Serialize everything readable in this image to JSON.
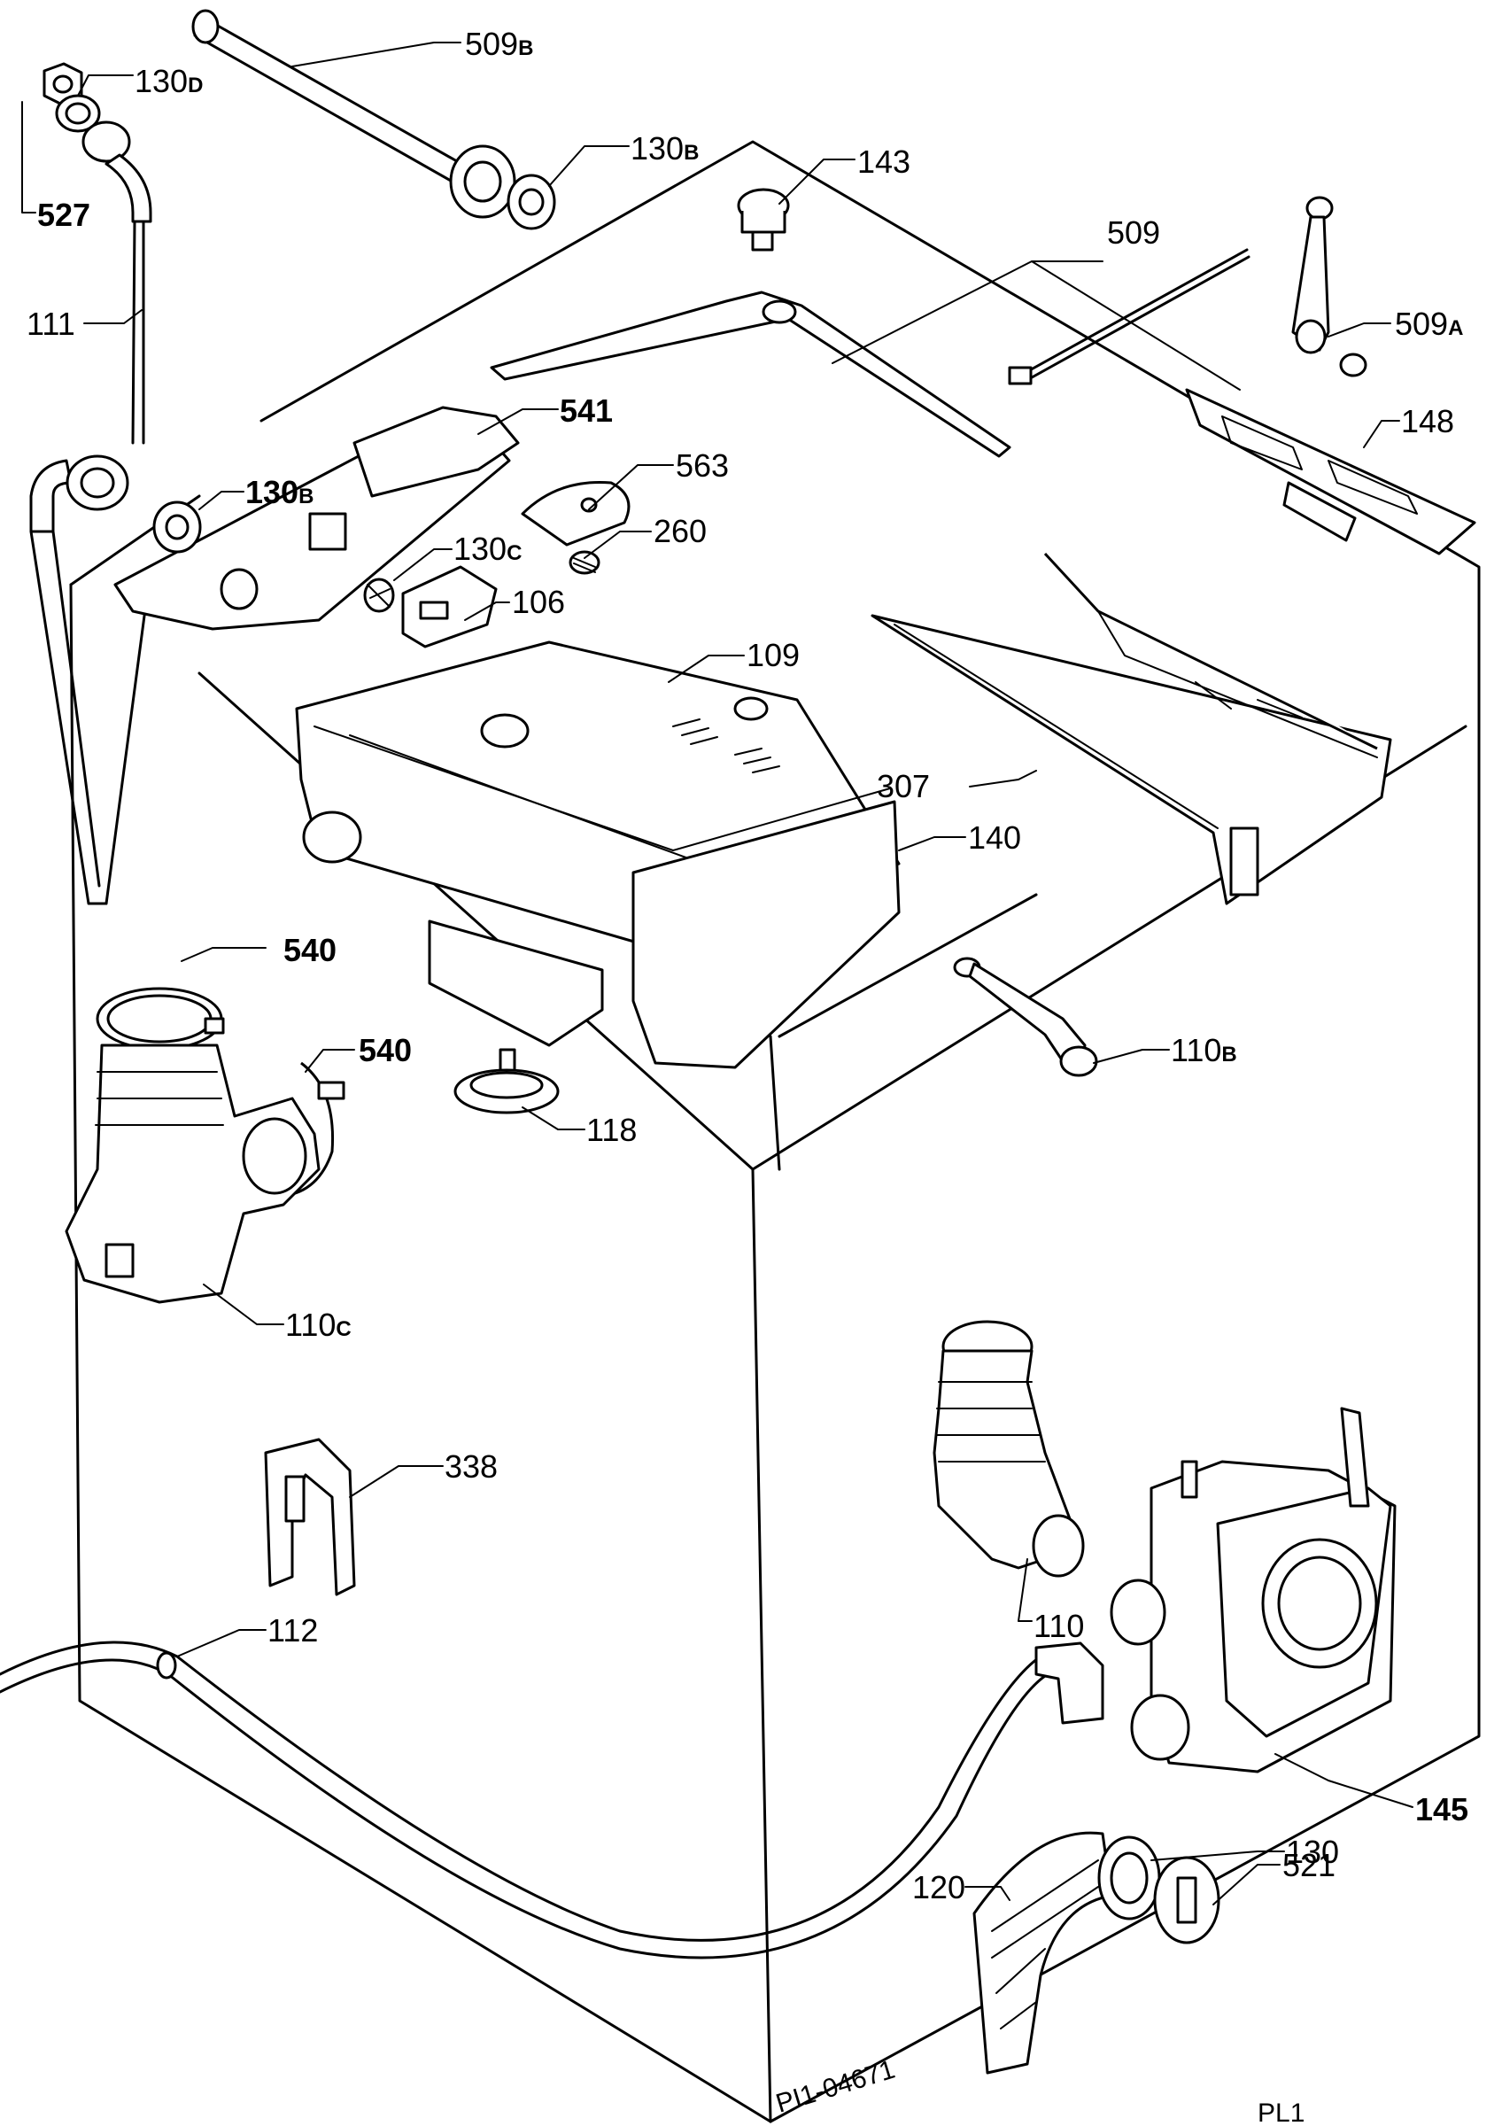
{
  "callouts": {
    "l509b": {
      "num": "509",
      "suffix": "B"
    },
    "l130d": {
      "num": "130",
      "suffix": "D"
    },
    "l130b_top": {
      "num": "130",
      "suffix": "B"
    },
    "l527": {
      "num": "527",
      "suffix": ""
    },
    "l143": {
      "num": "143",
      "suffix": ""
    },
    "l509": {
      "num": "509",
      "suffix": ""
    },
    "l509a": {
      "num": "509",
      "suffix": "A"
    },
    "l111": {
      "num": "111",
      "suffix": ""
    },
    "l541": {
      "num": "541",
      "suffix": ""
    },
    "l148": {
      "num": "148",
      "suffix": ""
    },
    "l563": {
      "num": "563",
      "suffix": ""
    },
    "l130b_mid": {
      "num": "130",
      "suffix": "B"
    },
    "l260": {
      "num": "260",
      "suffix": ""
    },
    "l130c": {
      "num": "130",
      "suffix": "C"
    },
    "l106": {
      "num": "106",
      "suffix": ""
    },
    "l109": {
      "num": "109",
      "suffix": ""
    },
    "l307": {
      "num": "307",
      "suffix": ""
    },
    "l140": {
      "num": "140",
      "suffix": ""
    },
    "l540_a": {
      "num": "540",
      "suffix": ""
    },
    "l540_b": {
      "num": "540",
      "suffix": ""
    },
    "l110b": {
      "num": "110",
      "suffix": "B"
    },
    "l118": {
      "num": "118",
      "suffix": ""
    },
    "l110c": {
      "num": "110",
      "suffix": "C"
    },
    "l338": {
      "num": "338",
      "suffix": ""
    },
    "l112": {
      "num": "112",
      "suffix": ""
    },
    "l110": {
      "num": "110",
      "suffix": ""
    },
    "l145": {
      "num": "145",
      "suffix": ""
    },
    "l130": {
      "num": "130",
      "suffix": ""
    },
    "l120": {
      "num": "120",
      "suffix": ""
    },
    "l521": {
      "num": "521",
      "suffix": ""
    }
  },
  "drawing_code": "PI1-04671",
  "page_tag": "PL1"
}
